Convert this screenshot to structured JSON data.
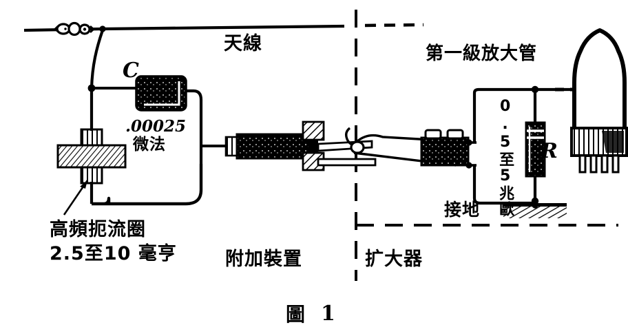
{
  "figure": {
    "caption_label": "圖",
    "caption_number": "1",
    "title_full": "圖 1"
  },
  "labels": {
    "antenna": "天線",
    "amplifier_tube": "第一級放大管",
    "capacitor_symbol": "C",
    "capacitor_value": ".00025",
    "capacitor_unit": "微法",
    "resistor_value": "0.5至5兆歐",
    "resistor_symbol": "R",
    "ground": "接地",
    "choke_name": "高頻扼流圈",
    "choke_value": "2.5至10 毫亨",
    "section_addon": "附加裝置",
    "section_amplifier": "扩大器"
  },
  "components": {
    "antenna_insulator": "egg-insulator",
    "rf_choke": "cross-shaped-rf-choke-coil",
    "fixed_capacitor": "mica-block-capacitor",
    "crystal_detector": "cylindrical-crystal-detector",
    "terminal_block": "two-screw-terminal-block",
    "resistor": "grid-leak-resistor",
    "vacuum_tube": "four-pin-vacuum-tube",
    "ground_symbol": "earth-ground-hatched"
  },
  "colors": {
    "ink": "#000000",
    "paper": "#ffffff"
  },
  "divider": {
    "type": "dash-dot vertical and horizontal separator",
    "left_section": "附加裝置",
    "right_section": "扩大器"
  }
}
